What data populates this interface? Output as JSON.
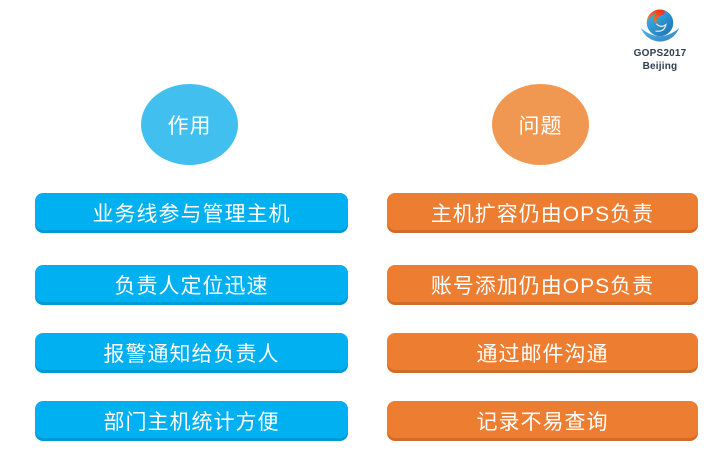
{
  "colors": {
    "page_bg": "#ffffff",
    "blue_bubble": "#41C0EF",
    "blue_bar": "#00B0F0",
    "orange_bubble": "#F09852",
    "orange_bar": "#ED7D31",
    "logo_text": "#2d3e50"
  },
  "logo": {
    "icon": "gops-swirl-logo",
    "line1": "GOPS2017",
    "line2": "Beijing"
  },
  "left_column": {
    "header": "作用",
    "items": [
      "业务线参与管理主机",
      "负责人定位迅速",
      "报警通知给负责人",
      "部门主机统计方便"
    ]
  },
  "right_column": {
    "header": "问题",
    "items": [
      "主机扩容仍由OPS负责",
      "账号添加仍由OPS负责",
      "通过邮件沟通",
      "记录不易查询"
    ]
  }
}
